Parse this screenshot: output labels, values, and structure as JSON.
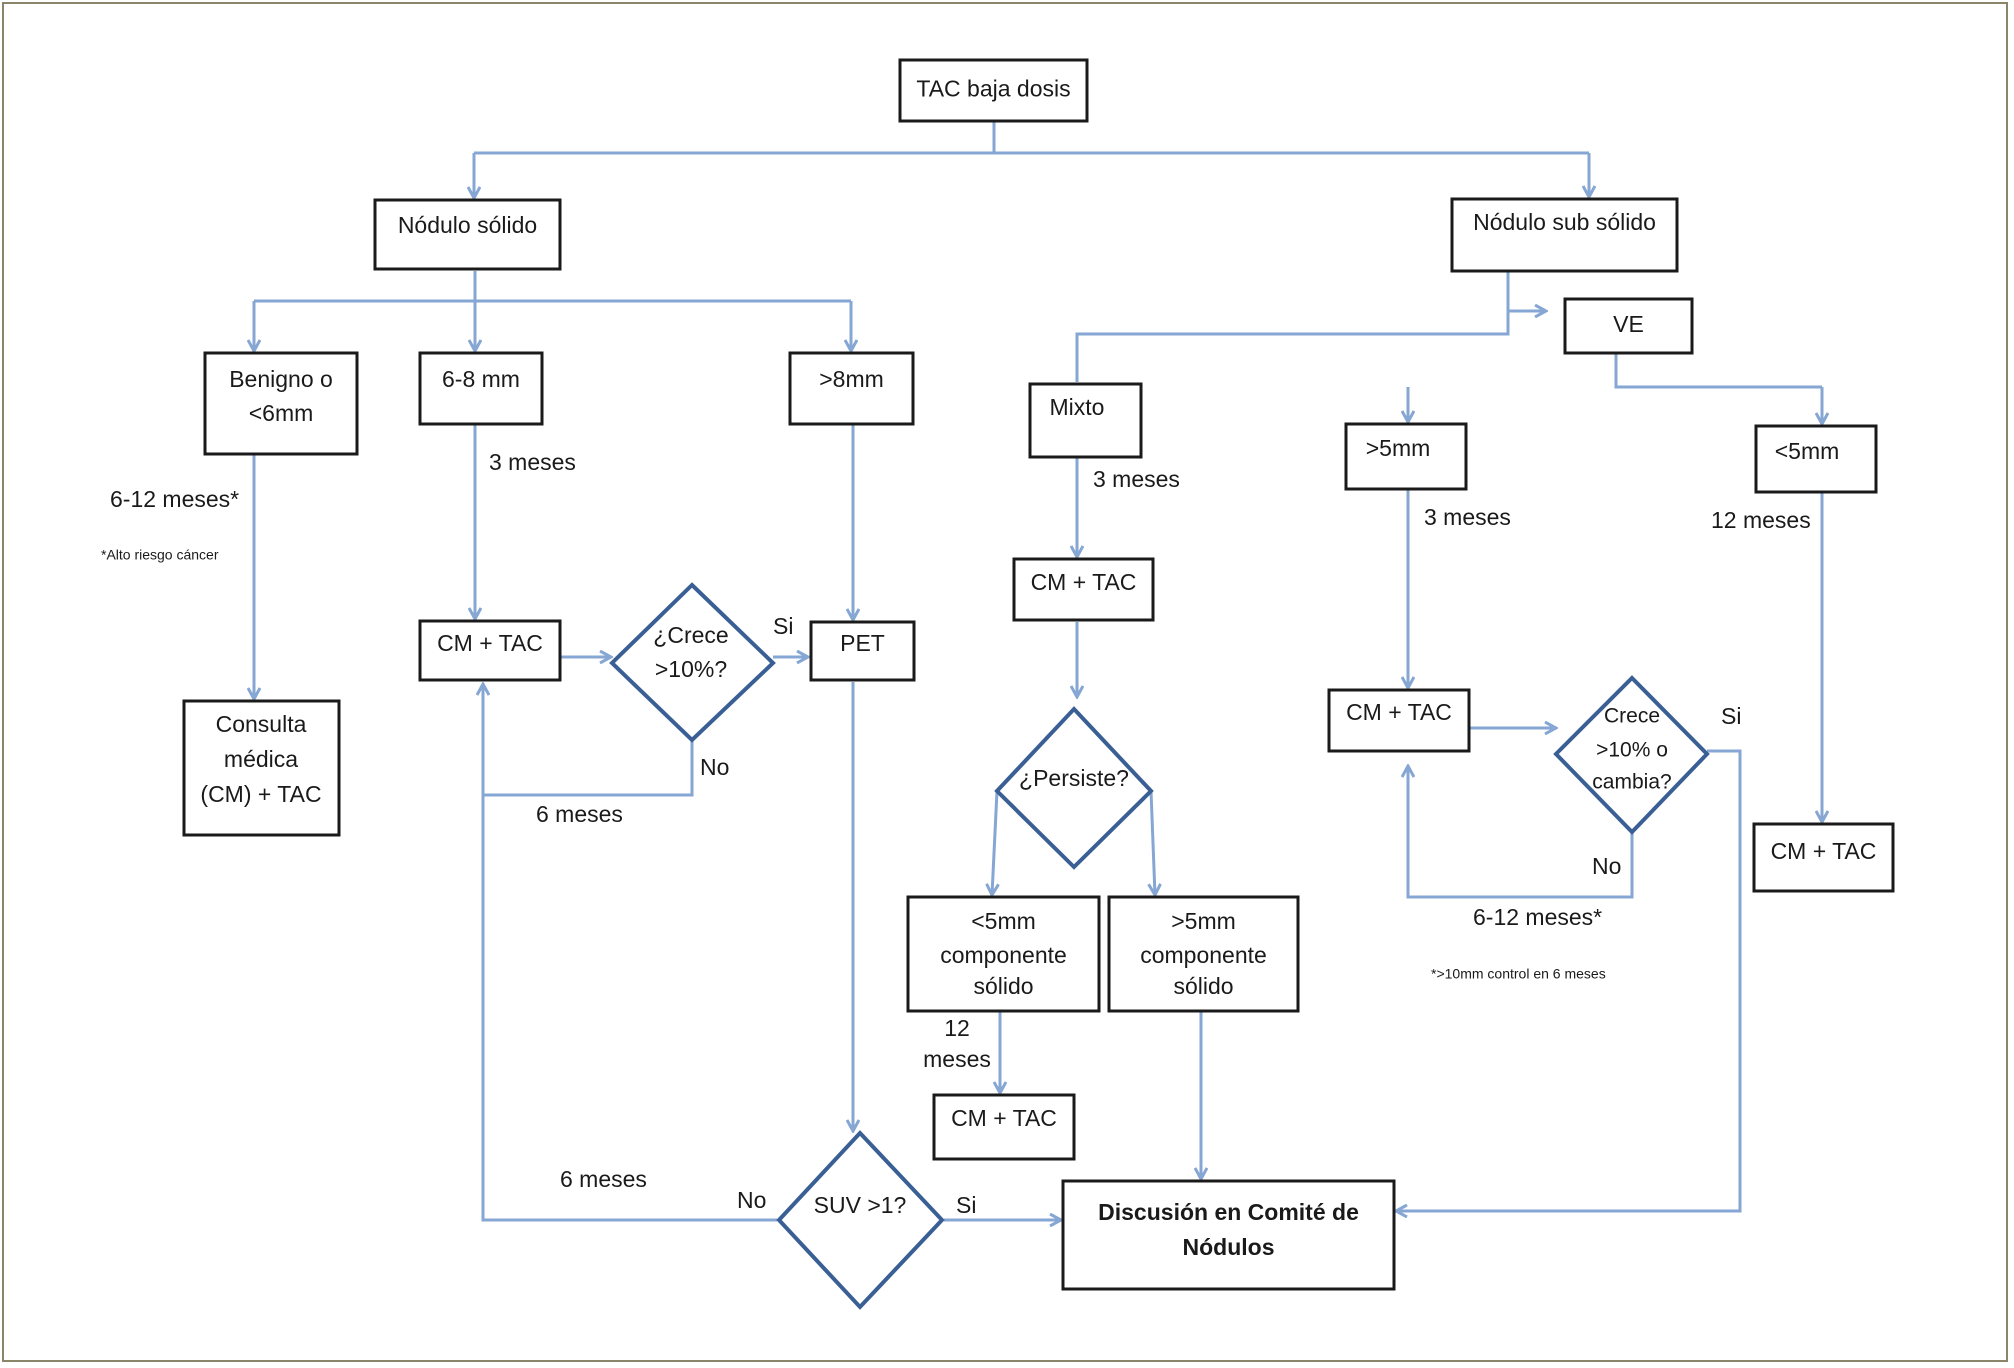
{
  "nodes": {
    "tac_baja_dosis": "TAC baja dosis",
    "nodulo_solido": "Nódulo sólido",
    "nodulo_sub_solido": "Nódulo sub sólido",
    "benigno_l1": "Benigno o",
    "benigno_l2": "<6mm",
    "mm_6_8": "6-8 mm",
    "mm_gt8": ">8mm",
    "ve": "VE",
    "mixto": "Mixto",
    "ve_gt5": ">5mm",
    "ve_lt5": "<5mm",
    "consulta_l1": "Consulta",
    "consulta_l2": "médica",
    "consulta_l3": "(CM) + TAC",
    "cm_tac_1": "CM + TAC",
    "crece1_l1": "¿Crece",
    "crece1_l2": ">10%?",
    "pet": "PET",
    "cm_tac_mixto": "CM + TAC",
    "persiste": "¿Persiste?",
    "lt5comp_l1": "<5mm",
    "lt5comp_l2": "componente",
    "lt5comp_l3": "sólido",
    "gt5comp_l1": ">5mm",
    "gt5comp_l2": "componente",
    "gt5comp_l3": "sólido",
    "cm_tac_lt5comp": "CM + TAC",
    "cm_tac_ve_gt5": "CM + TAC",
    "crece2_l1": "Crece",
    "crece2_l2": ">10% o",
    "crece2_l3": "cambia?",
    "cm_tac_ve_lt5": "CM + TAC",
    "suv": "SUV >1?",
    "discusion_l1": "Discusión en Comité de",
    "discusion_l2": "Nódulos"
  },
  "labels": {
    "benigno_interval": "6-12 meses",
    "benigno_star": "*",
    "benigno_note": "*Alto riesgo cáncer",
    "mm68_interval": "3 meses",
    "crece1_si": "Si",
    "crece1_no": "No",
    "crece1_loop": "6 meses",
    "mixto_interval": "3 meses",
    "ve_gt5_interval": "3 meses",
    "ve_lt5_interval": "12 meses",
    "crece2_si": "Si",
    "crece2_no": "No",
    "crece2_loop": "6-12 meses",
    "crece2_star": "*",
    "crece2_note": "*>10mm control en 6 meses",
    "lt5comp_interval_l1": "12",
    "lt5comp_interval_l2": "meses",
    "suv_loop": "6 meses",
    "suv_no": "No",
    "suv_si": "Si"
  },
  "colors": {
    "connector": "#86a6d3",
    "diamond_border": "#3a5f95",
    "box_border": "#1a1a1a",
    "frame": "#8a8468"
  }
}
